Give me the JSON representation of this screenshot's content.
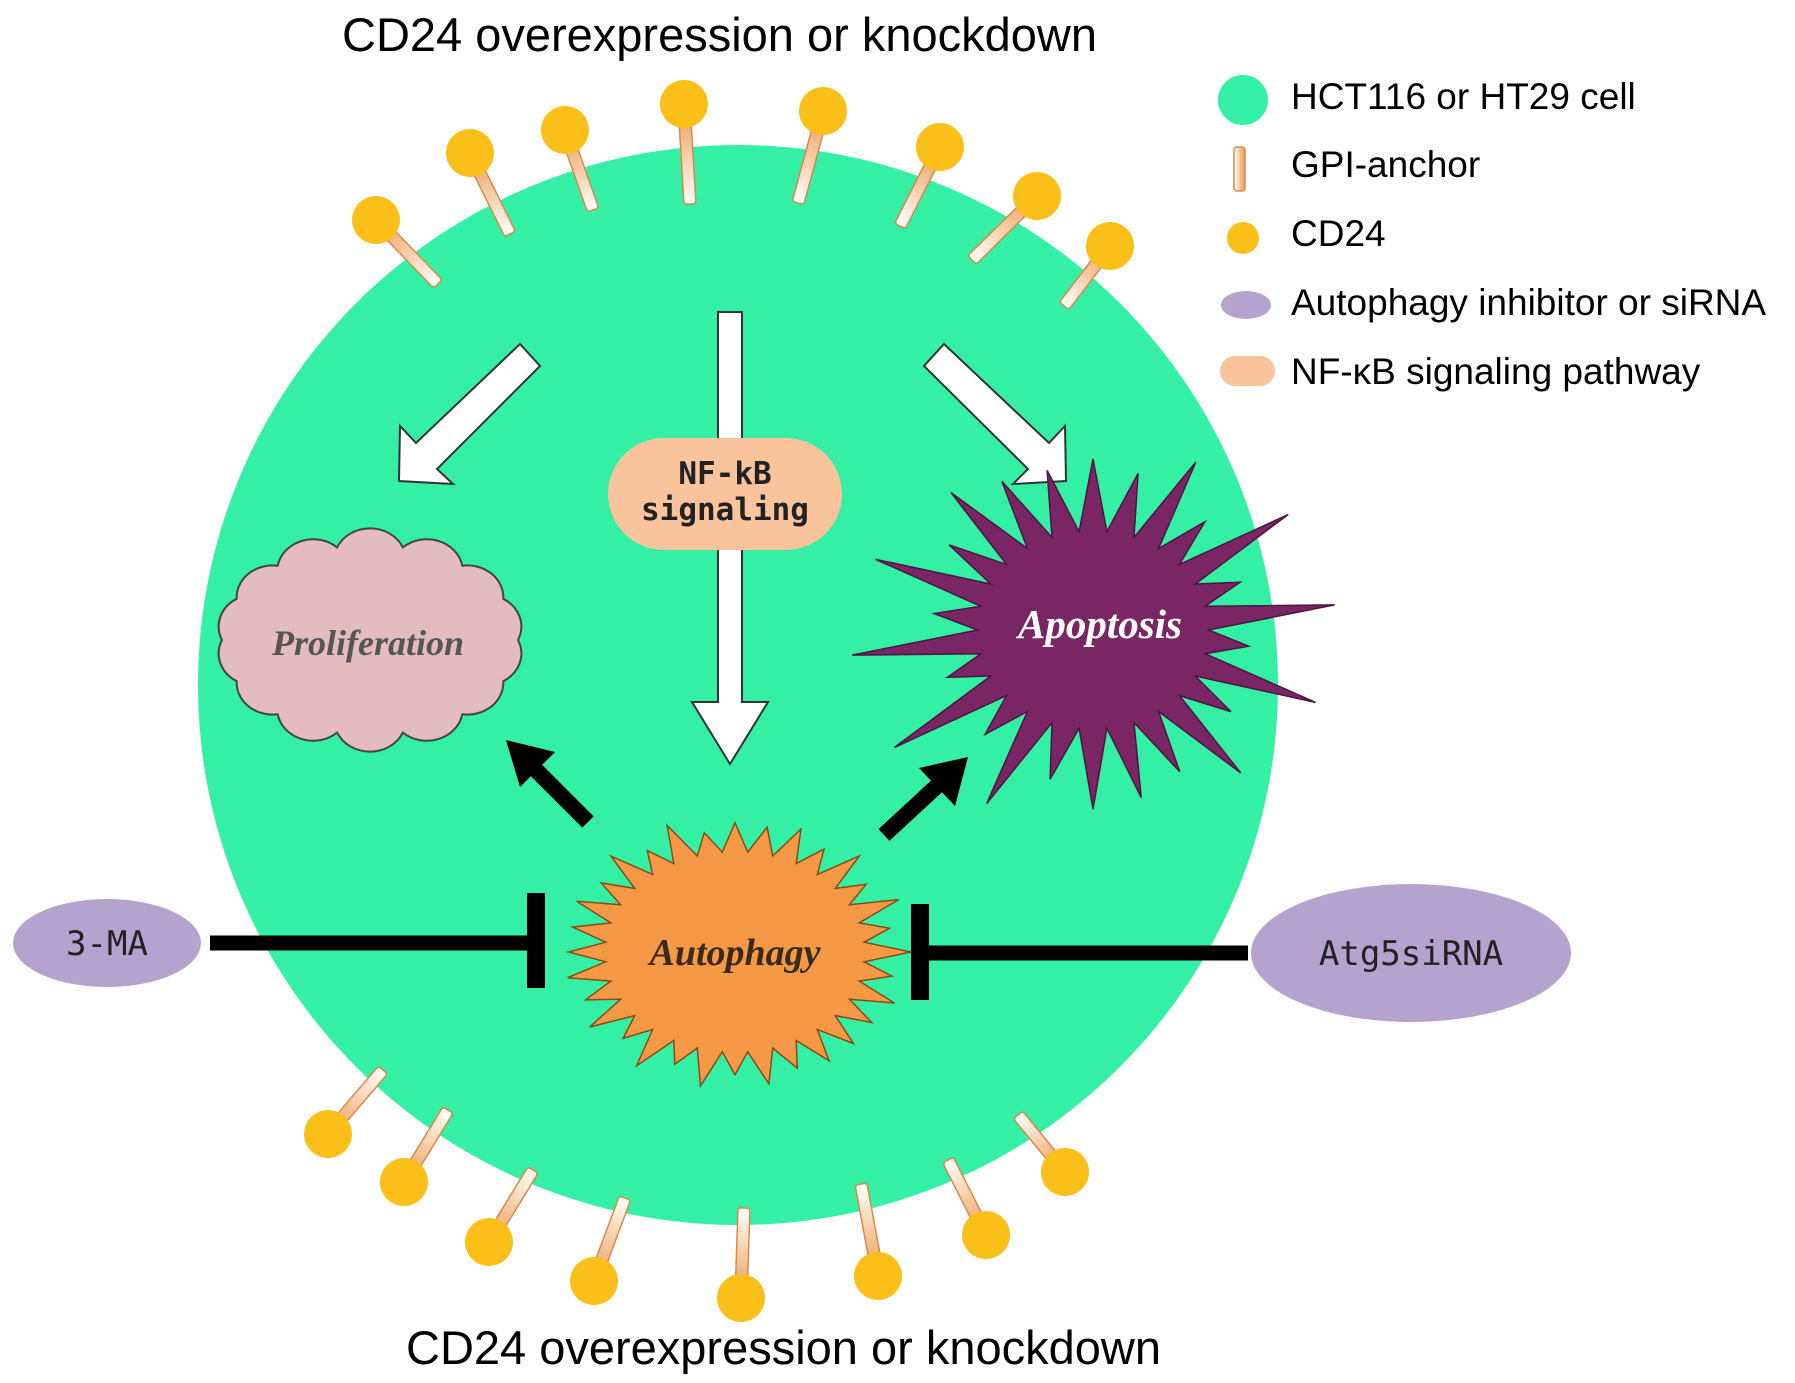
{
  "titles": {
    "top": "CD24 overexpression or knockdown",
    "bottom": "CD24 overexpression or knockdown"
  },
  "legend": {
    "cell": "HCT116 or HT29 cell",
    "gpi": "GPI-anchor",
    "cd24": "CD24",
    "inhibitor": "Autophagy inhibitor or siRNA",
    "nfkb": "NF-κB signaling pathway"
  },
  "nodes": {
    "nfkb_line1": "NF-kB",
    "nfkb_line2": "signaling",
    "proliferation": "Proliferation",
    "apoptosis": "Apoptosis",
    "autophagy": "Autophagy",
    "inhibitor_left": "3-MA",
    "inhibitor_right": "Atg5siRNA"
  },
  "colors": {
    "cell": "#33f0a5",
    "cd24": "#fbbf1a",
    "gpi_anchor": "#f2b07a",
    "inhibitor": "#b5a2cf",
    "nfkb": "#f9c39b",
    "proliferation": "#e2bcbf",
    "apoptosis": "#7a2564",
    "autophagy": "#f59947"
  }
}
